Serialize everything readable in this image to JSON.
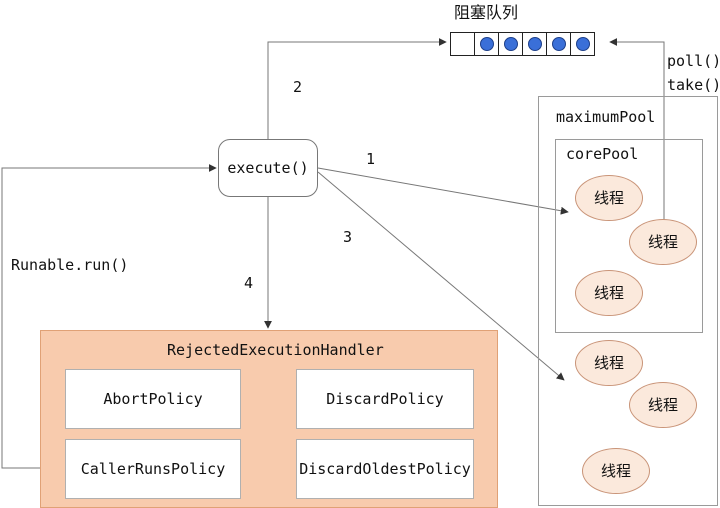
{
  "queue": {
    "title": "阻塞队列",
    "total_cells": 6,
    "filled_cells": 5
  },
  "execute_label": "execute()",
  "runnable_label": "Runable.run()",
  "poll_label": "poll()",
  "take_label": "take()",
  "steps": [
    "1",
    "2",
    "3",
    "4"
  ],
  "handler": {
    "title": "RejectedExecutionHandler",
    "policies": [
      "AbortPolicy",
      "DiscardPolicy",
      "CallerRunsPolicy",
      "DiscardOldestPolicy"
    ]
  },
  "max_pool": {
    "label": "maximumPool",
    "extra_threads": [
      "线程",
      "线程",
      "线程"
    ]
  },
  "core_pool": {
    "label": "corePool",
    "threads": [
      "线程",
      "线程",
      "线程"
    ]
  },
  "colors": {
    "handler_fill": "#f8cbad",
    "thread_fill": "#fbe9dc",
    "queue_dot": "#3a6fd8",
    "line": "#555555"
  }
}
